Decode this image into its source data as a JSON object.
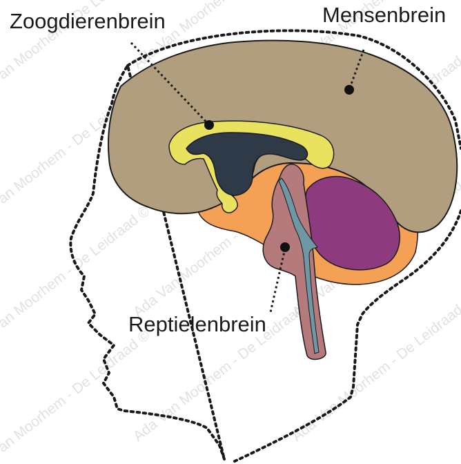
{
  "labels": {
    "mammal_brain": "Zoogdierenbrein",
    "human_brain": "Mensenbrein",
    "reptile_brain": "Reptielenbrein"
  },
  "watermark": "Ada Van Moorhem - De Leidraad ©",
  "colors": {
    "cortex": "#b09e7e",
    "limbic_yellow": "#e9e25e",
    "ventricle": "#2e3a48",
    "orange": "#f4a055",
    "cerebellum": "#8e3a7e",
    "brainstem": "#b47a7c",
    "canal": "#6f98a7",
    "outline": "#1a1a1a"
  }
}
